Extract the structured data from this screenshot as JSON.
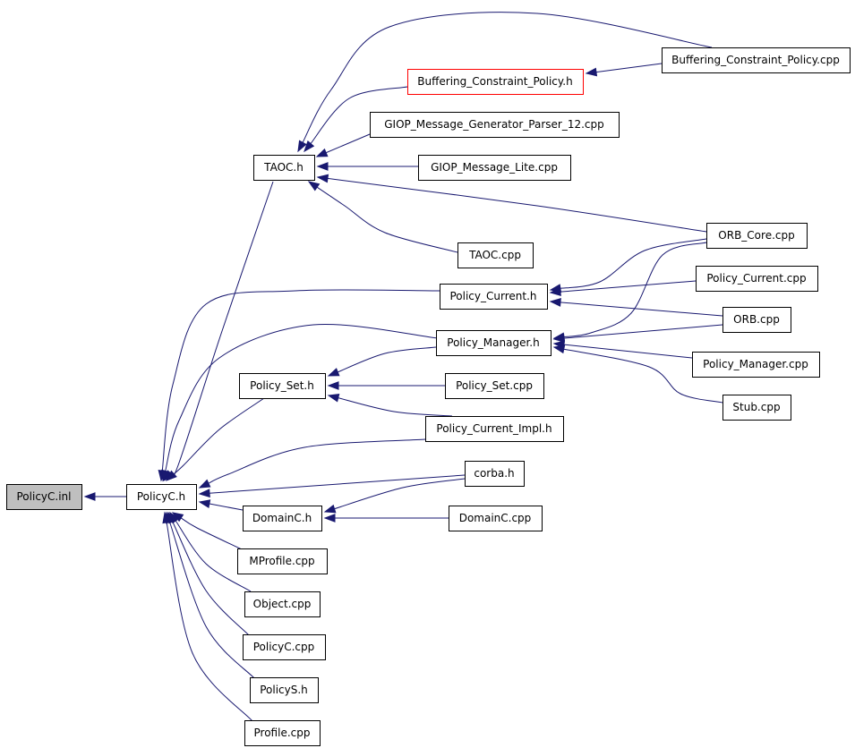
{
  "colors": {
    "edge": "#191970",
    "node_border": "#000000",
    "node_fill": "#ffffff",
    "root_fill": "#bfbfbf",
    "highlight_border": "#ff0000"
  },
  "nodes": [
    {
      "id": "policyc-inl",
      "label": "PolicyC.inl",
      "style": "root"
    },
    {
      "id": "policyc-h",
      "label": "PolicyC.h"
    },
    {
      "id": "taoc-h",
      "label": "TAOC.h"
    },
    {
      "id": "buffering-constraint-policy-cpp",
      "label": "Buffering_Constraint_Policy.cpp"
    },
    {
      "id": "buffering-constraint-policy-h",
      "label": "Buffering_Constraint_Policy.h",
      "style": "highlight"
    },
    {
      "id": "giop-message-generator-parser-12-cpp",
      "label": "GIOP_Message_Generator_Parser_12.cpp"
    },
    {
      "id": "giop-message-lite-cpp",
      "label": "GIOP_Message_Lite.cpp"
    },
    {
      "id": "orb-core-cpp",
      "label": "ORB_Core.cpp"
    },
    {
      "id": "taoc-cpp",
      "label": "TAOC.cpp"
    },
    {
      "id": "policy-current-h",
      "label": "Policy_Current.h"
    },
    {
      "id": "policy-current-cpp",
      "label": "Policy_Current.cpp"
    },
    {
      "id": "orb-cpp",
      "label": "ORB.cpp"
    },
    {
      "id": "policy-manager-h",
      "label": "Policy_Manager.h"
    },
    {
      "id": "policy-manager-cpp",
      "label": "Policy_Manager.cpp"
    },
    {
      "id": "stub-cpp",
      "label": "Stub.cpp"
    },
    {
      "id": "policy-set-h",
      "label": "Policy_Set.h"
    },
    {
      "id": "policy-set-cpp",
      "label": "Policy_Set.cpp"
    },
    {
      "id": "policy-current-impl-h",
      "label": "Policy_Current_Impl.h"
    },
    {
      "id": "corba-h",
      "label": "corba.h"
    },
    {
      "id": "domainc-h",
      "label": "DomainC.h"
    },
    {
      "id": "domainc-cpp",
      "label": "DomainC.cpp"
    },
    {
      "id": "mprofile-cpp",
      "label": "MProfile.cpp"
    },
    {
      "id": "object-cpp",
      "label": "Object.cpp"
    },
    {
      "id": "policyc-cpp",
      "label": "PolicyC.cpp"
    },
    {
      "id": "policys-h",
      "label": "PolicyS.h"
    },
    {
      "id": "profile-cpp",
      "label": "Profile.cpp"
    }
  ],
  "edges": [
    {
      "from": "policyc-h",
      "to": "policyc-inl"
    },
    {
      "from": "taoc-h",
      "to": "policyc-h"
    },
    {
      "from": "policy-current-h",
      "to": "policyc-h"
    },
    {
      "from": "policy-manager-h",
      "to": "policyc-h"
    },
    {
      "from": "policy-set-h",
      "to": "policyc-h"
    },
    {
      "from": "policy-current-impl-h",
      "to": "policyc-h"
    },
    {
      "from": "corba-h",
      "to": "policyc-h"
    },
    {
      "from": "domainc-h",
      "to": "policyc-h"
    },
    {
      "from": "mprofile-cpp",
      "to": "policyc-h"
    },
    {
      "from": "object-cpp",
      "to": "policyc-h"
    },
    {
      "from": "policyc-cpp",
      "to": "policyc-h"
    },
    {
      "from": "policys-h",
      "to": "policyc-h"
    },
    {
      "from": "profile-cpp",
      "to": "policyc-h"
    },
    {
      "from": "buffering-constraint-policy-cpp",
      "to": "taoc-h"
    },
    {
      "from": "buffering-constraint-policy-h",
      "to": "taoc-h"
    },
    {
      "from": "giop-message-generator-parser-12-cpp",
      "to": "taoc-h"
    },
    {
      "from": "giop-message-lite-cpp",
      "to": "taoc-h"
    },
    {
      "from": "orb-core-cpp",
      "to": "taoc-h"
    },
    {
      "from": "taoc-cpp",
      "to": "taoc-h"
    },
    {
      "from": "buffering-constraint-policy-cpp",
      "to": "buffering-constraint-policy-h"
    },
    {
      "from": "orb-core-cpp",
      "to": "policy-current-h"
    },
    {
      "from": "policy-current-cpp",
      "to": "policy-current-h"
    },
    {
      "from": "orb-cpp",
      "to": "policy-current-h"
    },
    {
      "from": "orb-core-cpp",
      "to": "policy-manager-h"
    },
    {
      "from": "orb-cpp",
      "to": "policy-manager-h"
    },
    {
      "from": "policy-manager-cpp",
      "to": "policy-manager-h"
    },
    {
      "from": "stub-cpp",
      "to": "policy-manager-h"
    },
    {
      "from": "policy-manager-h",
      "to": "policy-set-h"
    },
    {
      "from": "policy-set-cpp",
      "to": "policy-set-h"
    },
    {
      "from": "policy-current-impl-h",
      "to": "policy-set-h"
    },
    {
      "from": "corba-h",
      "to": "domainc-h"
    },
    {
      "from": "domainc-cpp",
      "to": "domainc-h"
    }
  ]
}
